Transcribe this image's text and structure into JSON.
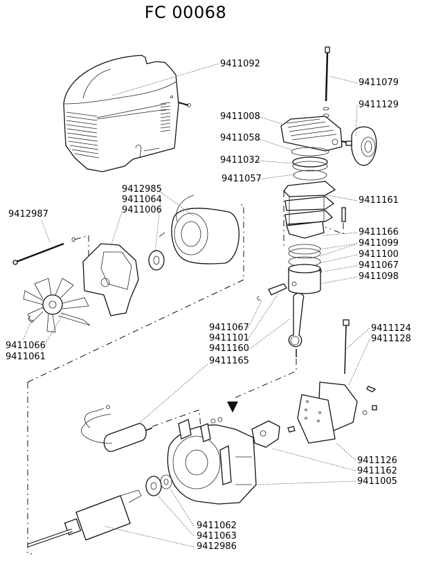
{
  "diagram": {
    "title": "FC 00068",
    "type": "exploded-parts-diagram",
    "labels": [
      {
        "id": "cover",
        "part_number": "9411092"
      },
      {
        "id": "tie-rod",
        "part_number": "9411079"
      },
      {
        "id": "air-filter",
        "part_number": "9411129"
      },
      {
        "id": "cylinder-head",
        "part_number": "9411008"
      },
      {
        "id": "head-gasket",
        "part_number": "9411058"
      },
      {
        "id": "valve-plate",
        "part_number": "9411032"
      },
      {
        "id": "cylinder-gasket",
        "part_number": "9411057"
      },
      {
        "id": "cylinder",
        "part_number": "9411161"
      },
      {
        "id": "cylinder-clamp",
        "part_number": "9411166"
      },
      {
        "id": "compression-ring",
        "part_number": "9411099"
      },
      {
        "id": "oil-ring",
        "part_number": "9411100"
      },
      {
        "id": "piston-circlip",
        "part_number": "9411067"
      },
      {
        "id": "piston",
        "part_number": "9411098"
      },
      {
        "id": "stator-wires",
        "part_number": "9412985"
      },
      {
        "id": "front-bearing",
        "part_number": "9411064"
      },
      {
        "id": "fan-shield",
        "part_number": "9411006"
      },
      {
        "id": "through-bolt",
        "part_number": "9412987"
      },
      {
        "id": "fan-circlip",
        "part_number": "9411066"
      },
      {
        "id": "fan",
        "part_number": "9411061"
      },
      {
        "id": "pin-circlip",
        "part_number": "9411067"
      },
      {
        "id": "piston-pin",
        "part_number": "9411101"
      },
      {
        "id": "connecting-rod",
        "part_number": "9411160"
      },
      {
        "id": "capacitor",
        "part_number": "9411165"
      },
      {
        "id": "dipstick",
        "part_number": "9411124"
      },
      {
        "id": "dipstick-seal",
        "part_number": "9411128"
      },
      {
        "id": "crankcase-cover",
        "part_number": "9411126"
      },
      {
        "id": "counterweight",
        "part_number": "9411162"
      },
      {
        "id": "crankcase",
        "part_number": "9411005"
      },
      {
        "id": "rear-bearing",
        "part_number": "9411062"
      },
      {
        "id": "bearing-spacer",
        "part_number": "9411063"
      },
      {
        "id": "rotor",
        "part_number": "9412986"
      }
    ]
  }
}
